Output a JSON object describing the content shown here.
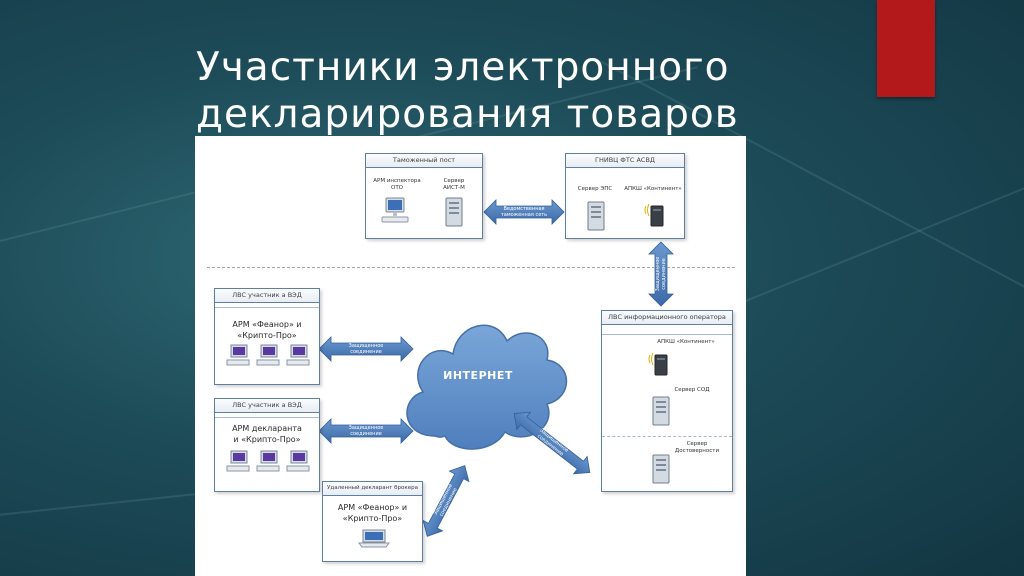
{
  "slide": {
    "title_line1": "Участники электронного",
    "title_line2": "декларирования товаров",
    "accent_color": "#b3181b",
    "background_color": "#1d4b58"
  },
  "diagram": {
    "customs_post": {
      "title": "Таможенный пост",
      "arm_label": "АРМ инспектора\nОТО",
      "server_label": "Сервер\nАИСТ-М"
    },
    "gniv": {
      "title": "ГНИВЦ ФТС АСВД",
      "server_label": "Сервер ЭПС",
      "apksh_label": "АПКШ «Континент»"
    },
    "ved1": {
      "title": "ЛВС участник а ВЭД",
      "arm_label": "АРМ «Феанор» и\n«Крипто-Про»"
    },
    "ved2": {
      "title": "ЛВС участник а ВЭД",
      "arm_label": "АРМ декларанта\nи «Крипто-Про»"
    },
    "broker": {
      "title": "Удаленный декларант брокера",
      "arm_label": "АРМ «Феанор» и\n«Крипто-Про»"
    },
    "operator": {
      "title": "ЛВС информационного оператора",
      "apksh_label": "АПКШ «Континент»",
      "sod_label": "Сервер СОД",
      "reliability_label": "Сервер\nДостоверности"
    },
    "internet_label": "ИНТЕРНЕТ",
    "arrows": {
      "departmental": "Ведомственная\nтаможенная сеть",
      "secure_vertical": "Защищенное\nсоединение",
      "secure_ved1": "Защищенное\nсоединение",
      "secure_ved2": "Защищенное\nсоединение",
      "secure_broker": "Защищенное\nсоединение",
      "secure_operator": "Защищенное\nсоединение"
    },
    "colors": {
      "arrow_fill": "#4a7ab8",
      "cloud_fill": "#5f8ec6",
      "box_border": "#5f7fa0"
    }
  }
}
